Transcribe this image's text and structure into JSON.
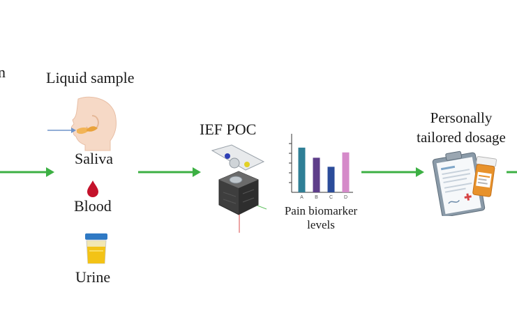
{
  "left_fragment": "n",
  "sample": {
    "title": "Liquid sample",
    "items": [
      "Saliva",
      "Blood",
      "Urine"
    ]
  },
  "device": {
    "title": "IEF POC"
  },
  "biomarker": {
    "caption_line1": "Pain biomarker",
    "caption_line2": "levels"
  },
  "chart_data": {
    "type": "bar",
    "categories": [
      "A",
      "B",
      "C",
      "D"
    ],
    "values": [
      8.4,
      6.5,
      4.8,
      7.5
    ],
    "ylim": [
      0,
      11
    ],
    "colors": [
      "#2f7f96",
      "#5e3e8a",
      "#2b4c9a",
      "#d58ac9"
    ],
    "grid": false
  },
  "output": {
    "line1": "Personally",
    "line2": "tailored dosage"
  },
  "colors": {
    "arrow": "#3cb043"
  }
}
